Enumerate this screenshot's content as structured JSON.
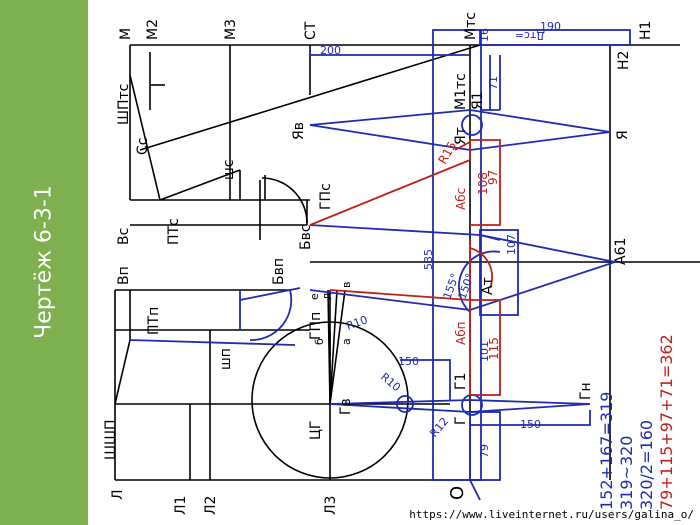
{
  "slide_title": "Чертёж 6-3-1",
  "source_url": "https://www.liveinternet.ru/users/galina_o/",
  "colors": {
    "sidebar": "#7fb04f",
    "construction": "#000000",
    "back_pattern": "#1f2bb0",
    "front_pattern": "#c0201a"
  },
  "labels": {
    "M": "М",
    "M2": "М2",
    "M3": "М3",
    "ST": "СТ",
    "Mts": "Мтс",
    "N1": "Н1",
    "N2": "Н2",
    "SHPTs": "ШПтс",
    "Ss": "Сс",
    "Yav": "Яв",
    "M1ts": "М1тс",
    "Ya1": "Я1",
    "Yat": "Ят",
    "Ya": "Я",
    "shs": "шс",
    "GPs": "ГПс",
    "Vs": "Вс",
    "PTs": "ПТс",
    "Bvs": "Бвс",
    "A61": "А61",
    "Abs": "Абс",
    "Vp": "Вп",
    "PTp": "ПТп",
    "Bvp": "Бвп",
    "shp": "шп",
    "GPp": "ГПп",
    "ch_v": "в",
    "ch_d": "д",
    "ch_e": "е",
    "ch_b": "б",
    "ch_a": "а",
    "Abp": "Абп",
    "At": "Ат",
    "G1": "Г1",
    "Gv": "Гв",
    "TsG": "ЦГ",
    "Gn": "Гн",
    "G": "Г",
    "SHSHP": "ШШП",
    "L": "Л",
    "L1": "Л1",
    "L2": "Л2",
    "L3": "Л3",
    "O": "О",
    "dim_190": "190",
    "dim_dts": "Дтс=",
    "dim_16": "16",
    "dim_200": "200",
    "dim_71": "71",
    "dim_R15": "R15",
    "dim_108": "108",
    "dim_97": "97",
    "dim_107": "107",
    "dim_535": "535",
    "dim_155": "155°",
    "dim_150deg": "150°",
    "dim_R10": "R10",
    "dim_150": "150",
    "dim_101": "101",
    "dim_115": "115",
    "dim_R10b": "R10",
    "dim_150b": "150",
    "dim_R12": "R12",
    "dim_79": "79"
  },
  "calculations": [
    "152+167=319",
    "319~320",
    "320/2=160",
    "79+115+97+71=362"
  ]
}
